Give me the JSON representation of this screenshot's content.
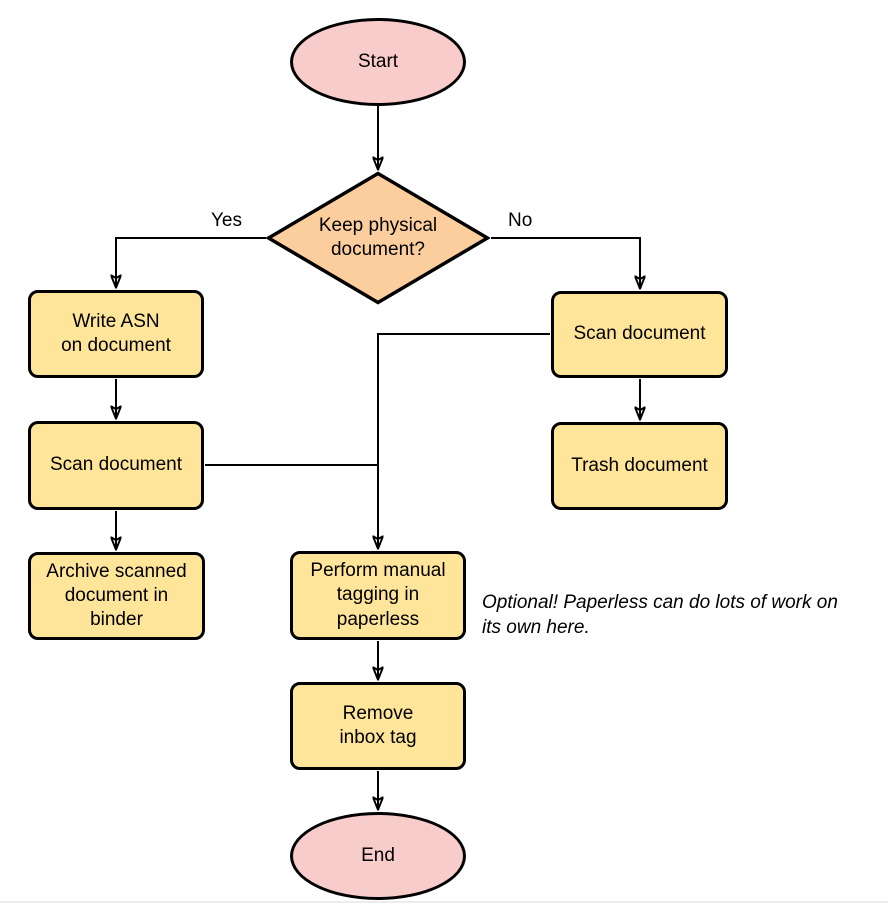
{
  "diagram": {
    "type": "flowchart",
    "colors": {
      "terminal_fill": "#F8CCCB",
      "decision_fill": "#FCCE9E",
      "process_fill": "#FFE599",
      "stroke": "#000000"
    },
    "nodes": {
      "start": {
        "label": "Start",
        "shape": "ellipse"
      },
      "decision": {
        "label": "Keep physical\ndocument?",
        "shape": "diamond"
      },
      "write_asn": {
        "label": "Write ASN\non document",
        "shape": "rect"
      },
      "scan_left": {
        "label": "Scan document",
        "shape": "rect"
      },
      "archive": {
        "label": "Archive scanned\ndocument in\nbinder",
        "shape": "rect"
      },
      "scan_right": {
        "label": "Scan document",
        "shape": "rect"
      },
      "trash": {
        "label": "Trash document",
        "shape": "rect"
      },
      "tagging": {
        "label": "Perform manual\ntagging in\npaperless",
        "shape": "rect"
      },
      "remove_inbox": {
        "label": "Remove\ninbox tag",
        "shape": "rect"
      },
      "end": {
        "label": "End",
        "shape": "ellipse"
      }
    },
    "edge_labels": {
      "yes": "Yes",
      "no": "No"
    },
    "note": {
      "text": "Optional! Paperless can do lots of work on\nits own here."
    }
  }
}
